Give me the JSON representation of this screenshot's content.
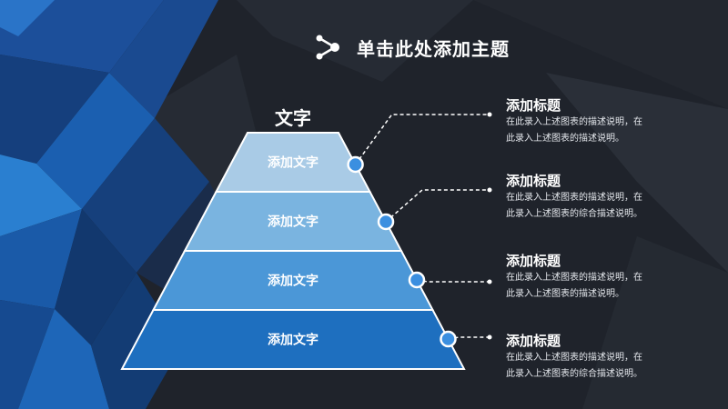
{
  "title": "单击此处添加主题",
  "pyramid_label": "文字",
  "layers": [
    {
      "label": "添加文字",
      "color": "#a9cbe6"
    },
    {
      "label": "添加文字",
      "color": "#7ab4e0"
    },
    {
      "label": "添加文字",
      "color": "#4b97d7"
    },
    {
      "label": "添加文字",
      "color": "#1e6fbf"
    }
  ],
  "items": [
    {
      "title": "添加标题",
      "desc_line1": "在此录入上述图表的描述说明，在",
      "desc_line2": "此录入上述图表的描述说明。"
    },
    {
      "title": "添加标题",
      "desc_line1": "在此录入上述图表的描述说明，在",
      "desc_line2": "此录入上述图表的综合描述说明。"
    },
    {
      "title": "添加标题",
      "desc_line1": "在此录入上述图表的描述说明，在",
      "desc_line2": "此录入上述图表的描述说明。"
    },
    {
      "title": "添加标题",
      "desc_line1": "在此录入上述图表的描述说明，在",
      "desc_line2": "此录入上述图表的综合描述说明。"
    }
  ],
  "colors": {
    "background": "#1f232b",
    "accent": "#3b8fe0",
    "connector": "#ffffff"
  }
}
